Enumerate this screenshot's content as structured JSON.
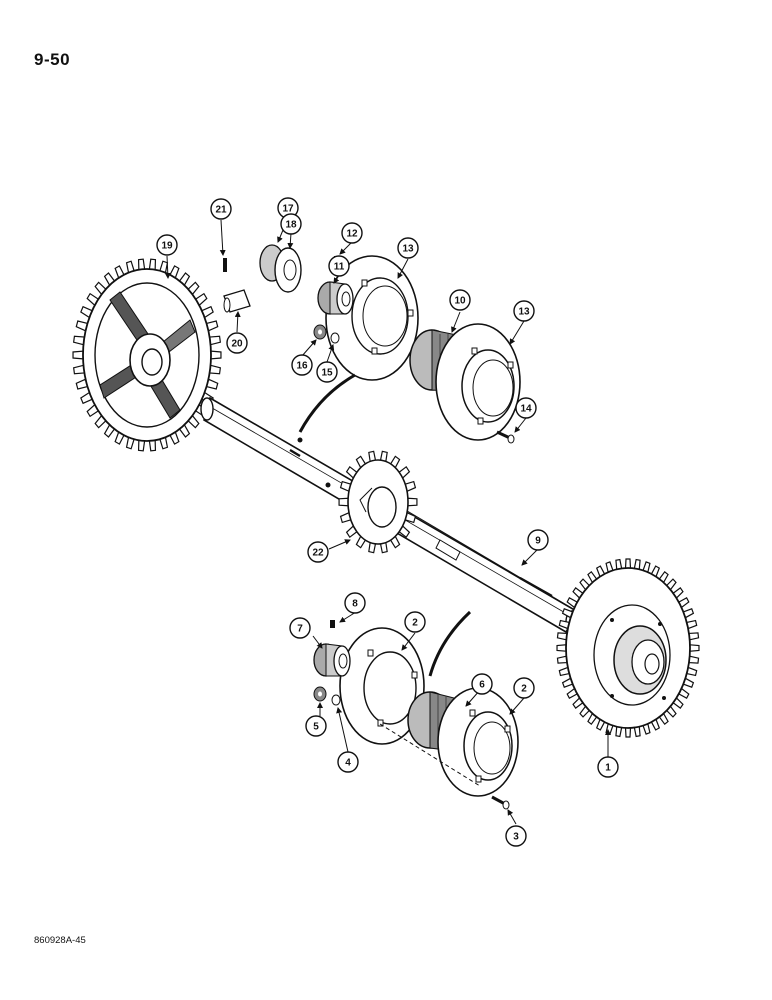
{
  "page": {
    "page_number": "9-50",
    "figure_code": "860928A-45"
  },
  "callouts": [
    "1",
    "2",
    "2",
    "3",
    "4",
    "5",
    "6",
    "7",
    "8",
    "9",
    "10",
    "11",
    "12",
    "13",
    "13",
    "14",
    "15",
    "16",
    "17",
    "18",
    "19",
    "20",
    "21",
    "22"
  ],
  "colors": {
    "ink": "#111111",
    "paper": "#ffffff",
    "shade": "#9a9a9a"
  }
}
